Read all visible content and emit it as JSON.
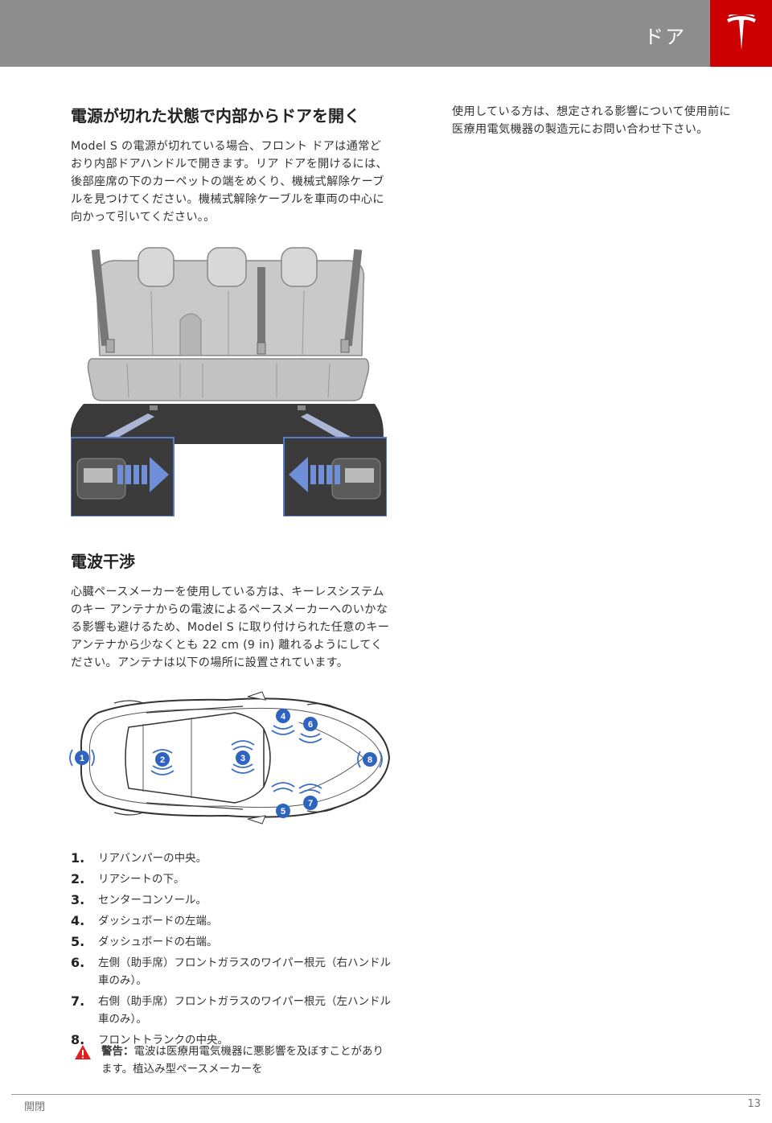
{
  "header": {
    "title": "ドア",
    "brand_color": "#cc0000",
    "bar_color": "#8d8d8d"
  },
  "section1": {
    "heading": "電源が切れた状態で内部からドアを開く",
    "body": "Model S の電源が切れている場合、フロント ドアは通常どおり内部ドアハンドルで開きます。リア ドアを開けるには、後部座席の下のカーペットの端をめくり、機械式解除ケーブルを見つけてください。機械式解除ケーブルを車両の中心に向かって引いてください。。"
  },
  "section2": {
    "heading": "電波干渉",
    "body": "心臓ペースメーカーを使用している方は、キーレスシステムのキー アンテナからの電波によるペースメーカーへのいかなる影響も避けるため、Model S に取り付けられた任意のキー アンテナから少なくとも 22 cm (9 in) 離れるようにしてください。アンテナは以下の場所に設置されています。"
  },
  "antenna_markers": [
    "1",
    "2",
    "3",
    "4",
    "5",
    "6",
    "7",
    "8"
  ],
  "antenna_list": [
    {
      "num": "1.",
      "text": "リアバンパーの中央。"
    },
    {
      "num": "2.",
      "text": "リアシートの下。"
    },
    {
      "num": "3.",
      "text": "センターコンソール。"
    },
    {
      "num": "4.",
      "text": "ダッシュボードの左端。"
    },
    {
      "num": "5.",
      "text": "ダッシュボードの右端。"
    },
    {
      "num": "6.",
      "text": "左側（助手席）フロントガラスのワイパー根元（右ハンドル車のみ）。"
    },
    {
      "num": "7.",
      "text": "右側（助手席）フロントガラスのワイパー根元（左ハンドル車のみ）。"
    },
    {
      "num": "8.",
      "text": "フロントトランクの中央。"
    }
  ],
  "warning": {
    "label": "警告：",
    "text": "電波は医療用電気機器に悪影響を及ぼすことがあります。植込み型ペースメーカーを"
  },
  "right_column": {
    "text": "使用している方は、想定される影響について使用前に医療用電気機器の製造元にお問い合わせ下さい。"
  },
  "footer": {
    "left": "開閉",
    "right": "13"
  }
}
